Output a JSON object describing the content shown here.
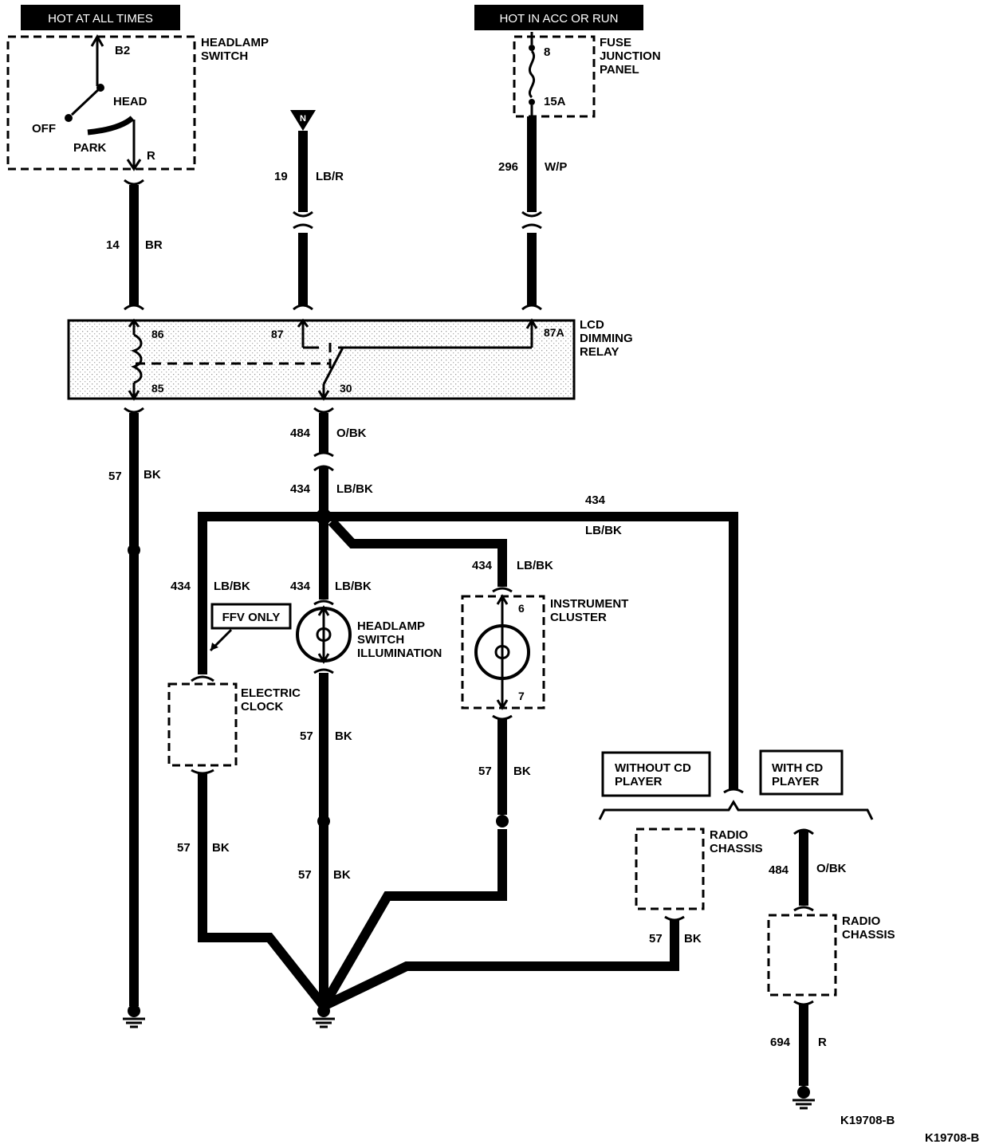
{
  "headers": {
    "hot_at_all_times": "HOT AT ALL TIMES",
    "hot_in_acc_or_run": "HOT IN ACC OR RUN"
  },
  "components": {
    "headlamp_switch": [
      "HEADLAMP",
      "SWITCH"
    ],
    "headlamp_switch_positions": {
      "b2": "B2",
      "head": "HEAD",
      "off": "OFF",
      "park": "PARK",
      "r": "R"
    },
    "fuse_junction_panel": [
      "FUSE",
      "JUNCTION",
      "PANEL"
    ],
    "fuse": {
      "number": "8",
      "rating": "15A"
    },
    "ignition_ref": "N",
    "lcd_dimming_relay": [
      "LCD",
      "DIMMING",
      "RELAY"
    ],
    "relay_pins": {
      "p86": "86",
      "p87": "87",
      "p87a": "87A",
      "p85": "85",
      "p30": "30"
    },
    "headlamp_switch_illumination": [
      "HEADLAMP",
      "SWITCH",
      "ILLUMINATION"
    ],
    "instrument_cluster": [
      "INSTRUMENT",
      "CLUSTER"
    ],
    "cluster_pins": {
      "top": "6",
      "bottom": "7"
    },
    "electric_clock": [
      "ELECTRIC",
      "CLOCK"
    ],
    "ffv_only": "FFV ONLY",
    "without_cd_player": [
      "WITHOUT CD",
      "PLAYER"
    ],
    "with_cd_player": [
      "WITH CD",
      "PLAYER"
    ],
    "radio_chassis": [
      "RADIO",
      "CHASSIS"
    ]
  },
  "wires": {
    "w14": {
      "circuit": "14",
      "color": "BR"
    },
    "w19": {
      "circuit": "19",
      "color": "LB/R"
    },
    "w296": {
      "circuit": "296",
      "color": "W/P"
    },
    "w57_left": {
      "circuit": "57",
      "color": "BK"
    },
    "w484_relay": {
      "circuit": "484",
      "color": "O/BK"
    },
    "w434_main": {
      "circuit": "434",
      "color": "LB/BK"
    },
    "w434_right": {
      "circuit": "434",
      "color": "LB/BK"
    },
    "w434_clock": {
      "circuit": "434",
      "color": "LB/BK"
    },
    "w434_hs": {
      "circuit": "434",
      "color": "LB/BK"
    },
    "w434_ic": {
      "circuit": "434",
      "color": "LB/BK"
    },
    "w57_hs": {
      "circuit": "57",
      "color": "BK"
    },
    "w57_ic": {
      "circuit": "57",
      "color": "BK"
    },
    "w57_clock": {
      "circuit": "57",
      "color": "BK"
    },
    "w57_center": {
      "circuit": "57",
      "color": "BK"
    },
    "w57_radio": {
      "circuit": "57",
      "color": "BK"
    },
    "w484_radio": {
      "circuit": "484",
      "color": "O/BK"
    },
    "w694": {
      "circuit": "694",
      "color": "R"
    }
  },
  "figure_ids": [
    "K19708-B",
    "K19708-B"
  ]
}
